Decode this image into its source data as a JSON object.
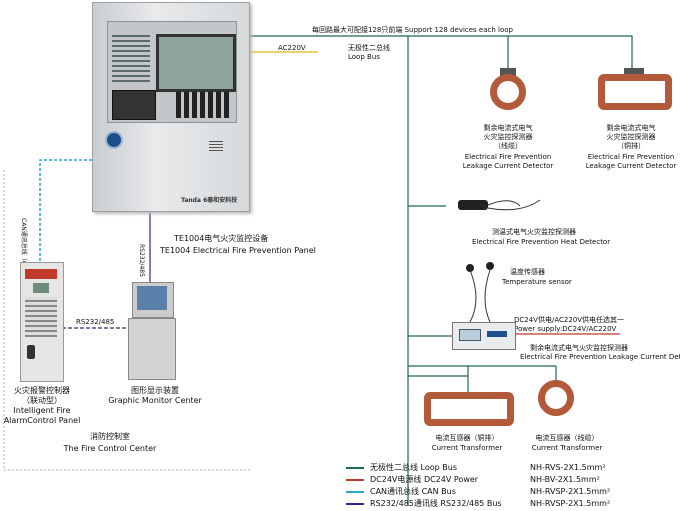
{
  "colors": {
    "loop_bus": "#1f6b45",
    "power": "#c0392b",
    "can_bus": "#2aa6c8",
    "rs485_bus": "#2c2c7a",
    "ac_line": "#e5c13a",
    "ct_body": "#b35a3a"
  },
  "top_caption": "每回路最大可配接128只前端  Support  128  devices  each  loop",
  "ac_label": "AC220V",
  "loop_bus": {
    "cn": "无极性二总线",
    "en": "Loop Bus"
  },
  "main_unit": {
    "brand": "Tanda 6泰和安科技",
    "cn": "TE1004电气火灾监控设备",
    "en": "TE1004  Electrical Fire Prevention Panel"
  },
  "can_vertical": "CAN通讯总线（CAN Bus）",
  "rs_vertical": "RS232/485",
  "rs_horizontal": "RS232/485",
  "fire_panel": {
    "cn1": "火灾报警控制器",
    "cn2": "（联动型）",
    "en1": "Intelligent Fire",
    "en2": "AlarmControl Panel"
  },
  "monitor": {
    "cn": "图形显示装置",
    "en": "Graphic Monitor Center"
  },
  "control_center": {
    "cn": "消防控制室",
    "en": "The  Fire  Control  Center"
  },
  "detector_ring": {
    "cn1": "剩余电流式电气",
    "cn2": "火灾监控探测器",
    "cn3": "（线缆）",
    "en1": "Electrical Fire Prevention",
    "en2": "Leakage Current Detector"
  },
  "detector_bar": {
    "cn1": "剩余电流式电气",
    "cn2": "火灾监控探测器",
    "cn3": "（铜排）",
    "en1": "Electrical Fire Prevention",
    "en2": "Leakage Current Detector"
  },
  "heat_detector": {
    "cn": "测温式电气火灾监控探测器",
    "en": "Electrical Fire Prevention Heat Detector"
  },
  "temp_sensor": {
    "cn": "温度传感器",
    "en": "Temperature sensor"
  },
  "power_supply": {
    "cn": "DC24V供电/AC220V供电任选其一",
    "en": "Power supply:DC24V/AC220V"
  },
  "module_detector": {
    "cn": "剩余电流式电气火灾监控探测器",
    "en": "Electrical Fire Prevention Leakage Current Detector"
  },
  "ct_bar": {
    "cn": "电流互感器（铜排）",
    "en": "Current  Transformer"
  },
  "ct_ring": {
    "cn": "电流互感器（线缆）",
    "en": "Current  Transformer"
  },
  "legend": [
    {
      "label": "无极性二总线 Loop Bus",
      "spec": "NH-RVS-2X1.5mm²"
    },
    {
      "label": "DC24V电源线 DC24V Power",
      "spec": "NH-BV-2X1.5mm²"
    },
    {
      "label": "CAN通讯总线 CAN Bus",
      "spec": "NH-RVSP-2X1.5mm²"
    },
    {
      "label": "RS232/485通讯线  RS232/485 Bus",
      "spec": "NH-RVSP-2X1.5mm²"
    }
  ]
}
